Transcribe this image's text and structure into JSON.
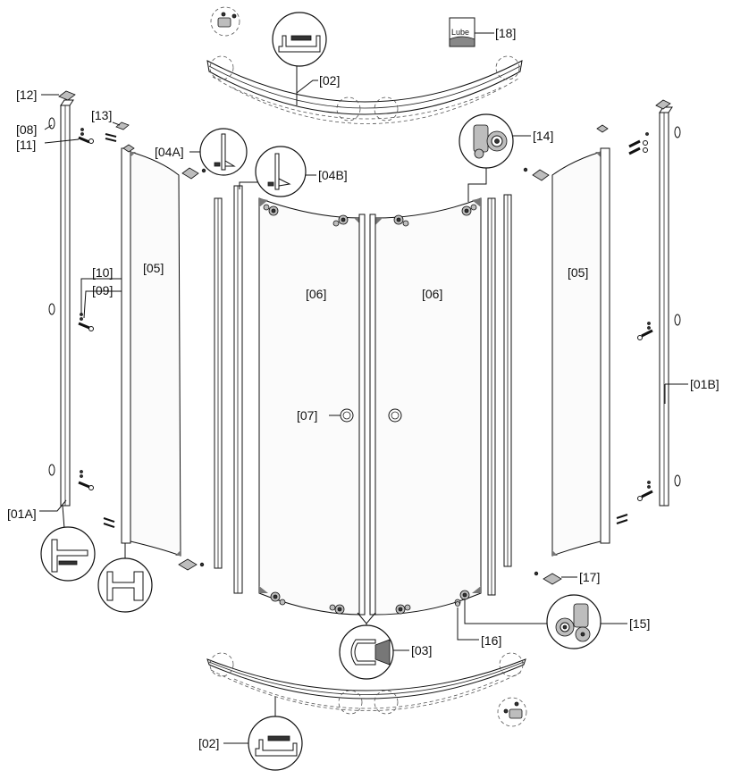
{
  "labels": {
    "l01A": "[01A]",
    "l01B": "[01B]",
    "l02_top": "[02]",
    "l02_bottom": "[02]",
    "l03": "[03]",
    "l04A": "[04A]",
    "l04B": "[04B]",
    "l05_left": "[05]",
    "l05_right": "[05]",
    "l06_left": "[06]",
    "l06_right": "[06]",
    "l07": "[07]",
    "l08": "[08]",
    "l09": "[09]",
    "l10": "[10]",
    "l11": "[11]",
    "l12": "[12]",
    "l13": "[13]",
    "l14": "[14]",
    "l15": "[15]",
    "l16": "[16]",
    "l17": "[17]",
    "l18": "[18]"
  },
  "lube_text": "Lube"
}
